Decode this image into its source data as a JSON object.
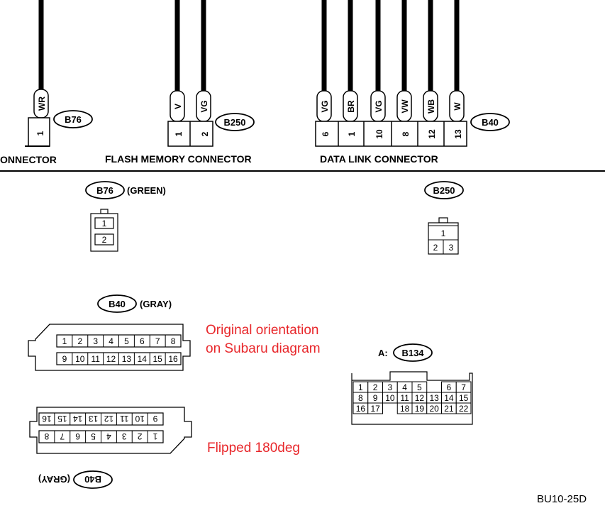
{
  "labels": {
    "connector_left": "ONNECTOR",
    "flash": "FLASH MEMORY CONNECTOR",
    "dlc": "DATA LINK CONNECTOR",
    "b76_color": "(GREEN)",
    "b40_color": "(GRAY)",
    "b40_flipped": "B40",
    "b40_flipped_color": "(GRAY)",
    "b134_prefix": "A:",
    "doc_code": "BU10-25D"
  },
  "badges": {
    "b76": "B76",
    "b250": "B250",
    "b40": "B40",
    "b134": "B134"
  },
  "wires": {
    "b76": [
      {
        "color": "WR",
        "pin": "1"
      }
    ],
    "b250": [
      {
        "color": "V",
        "pin": "1"
      },
      {
        "color": "VG",
        "pin": "2"
      }
    ],
    "b40": [
      {
        "color": "VG",
        "pin": "6"
      },
      {
        "color": "BR",
        "pin": "1"
      },
      {
        "color": "VG",
        "pin": "10"
      },
      {
        "color": "VW",
        "pin": "8"
      },
      {
        "color": "WB",
        "pin": "12"
      },
      {
        "color": "W",
        "pin": "13"
      }
    ]
  },
  "b76_face": {
    "pins": [
      "1",
      "2"
    ]
  },
  "b250_face": {
    "top": [
      "1"
    ],
    "bottom": [
      "2",
      "3"
    ]
  },
  "b40_face": {
    "top": [
      "1",
      "2",
      "3",
      "4",
      "5",
      "6",
      "7",
      "8"
    ],
    "bottom": [
      "9",
      "10",
      "11",
      "12",
      "13",
      "14",
      "15",
      "16"
    ]
  },
  "b134_face": {
    "row1": [
      "1",
      "2",
      "3",
      "4",
      "5",
      "",
      "6",
      "7"
    ],
    "row2": [
      "8",
      "9",
      "10",
      "11",
      "12",
      "13",
      "14",
      "15"
    ],
    "row3": [
      "16",
      "17",
      "",
      "18",
      "19",
      "20",
      "21",
      "22"
    ]
  },
  "annotations": {
    "original_line1": "Original orientation",
    "original_line2": "on Subaru diagram",
    "flipped": "Flipped 180deg"
  }
}
